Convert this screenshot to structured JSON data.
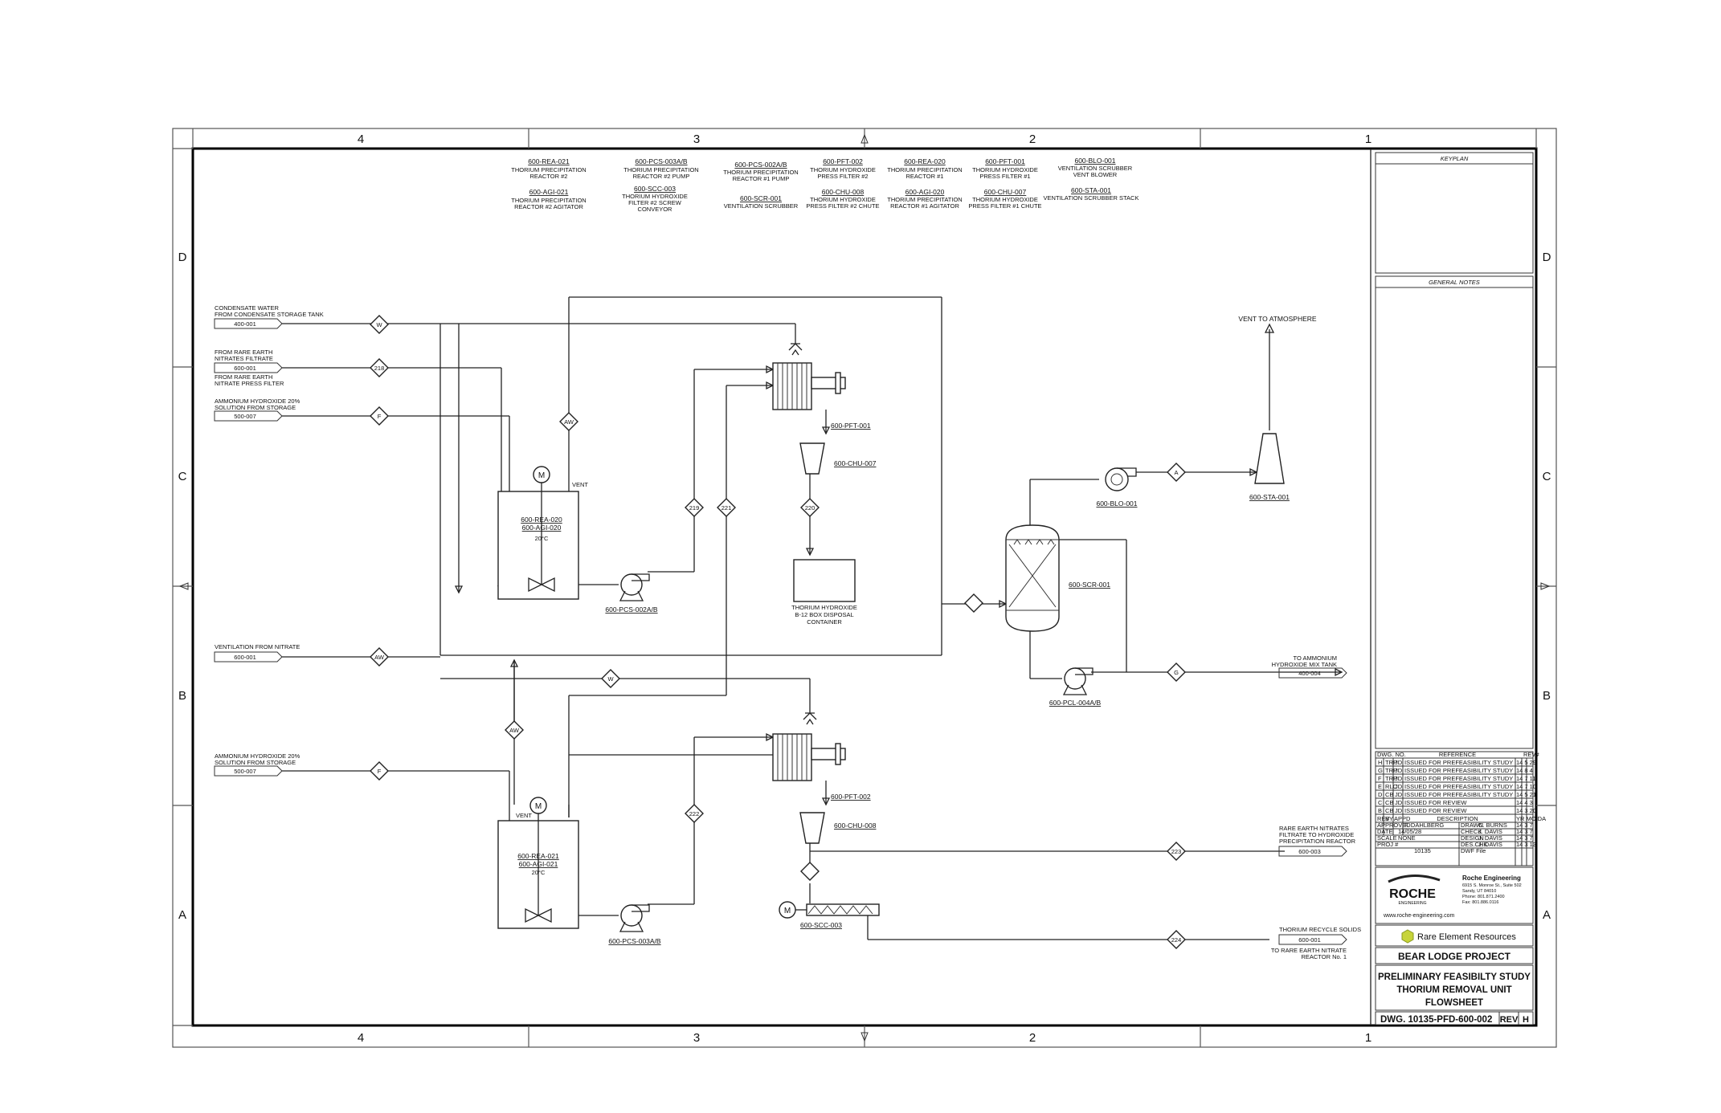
{
  "frame": {
    "columns": [
      "4",
      "3",
      "2",
      "1"
    ],
    "rows": [
      "D",
      "C",
      "B",
      "A"
    ]
  },
  "legend": [
    {
      "tag": "600-REA-021",
      "lines": [
        "THORIUM PRECIPITATION",
        "REACTOR #2"
      ]
    },
    {
      "tag": "600-AGI-021",
      "lines": [
        "THORIUM PRECIPITATION",
        "REACTOR #2 AGITATOR"
      ]
    },
    {
      "tag": "600-PCS-003A/B",
      "lines": [
        "THORIUM PRECIPITATION",
        "REACTOR #2 PUMP"
      ]
    },
    {
      "tag": "600-SCC-003",
      "lines": [
        "THORIUM HYDROXIDE",
        "FILTER #2 SCREW",
        "CONVEYOR"
      ]
    },
    {
      "tag": "600-PCS-002A/B",
      "lines": [
        "THORIUM PRECIPITATION",
        "REACTOR #1 PUMP"
      ]
    },
    {
      "tag": "600-SCR-001",
      "lines": [
        "VENTILATION SCRUBBER"
      ]
    },
    {
      "tag": "600-PFT-002",
      "lines": [
        "THORIUM HYDROXIDE",
        "PRESS FILTER #2"
      ]
    },
    {
      "tag": "600-CHU-008",
      "lines": [
        "THORIUM HYDROXIDE",
        "PRESS FILTER #2 CHUTE"
      ]
    },
    {
      "tag": "600-REA-020",
      "lines": [
        "THORIUM PRECIPITATION",
        "REACTOR #1"
      ]
    },
    {
      "tag": "600-AGI-020",
      "lines": [
        "THORIUM PRECIPITATION",
        "REACTOR #1 AGITATOR"
      ]
    },
    {
      "tag": "600-PFT-001",
      "lines": [
        "THORIUM HYDROXIDE",
        "PRESS FILTER #1"
      ]
    },
    {
      "tag": "600-CHU-007",
      "lines": [
        "THORIUM HYDROXIDE",
        "PRESS FILTER #1 CHUTE"
      ]
    },
    {
      "tag": "600-BLO-001",
      "lines": [
        "VENTILATION SCRUBBER",
        "VENT BLOWER"
      ]
    },
    {
      "tag": "600-STA-001",
      "lines": [
        "VENTILATION SCRUBBER STACK"
      ]
    }
  ],
  "inputs": {
    "condensate": {
      "lines": [
        "CONDENSATE WATER",
        "FROM CONDENSATE STORAGE TANK"
      ],
      "ref": "400-001",
      "stream": "W"
    },
    "rare_earth": {
      "lines": [
        "FROM RARE EARTH",
        "NITRATES FILTRATE"
      ],
      "ref": "600-001",
      "lines2": [
        "FROM RARE EARTH",
        "NITRATE PRESS FILTER"
      ],
      "stream": "218"
    },
    "ammonium1": {
      "lines": [
        "AMMONIUM HYDROXIDE 20%",
        "SOLUTION FROM STORAGE"
      ],
      "ref": "500-007",
      "stream": "F"
    },
    "ventilation": {
      "lines": [
        "VENTILATION FROM NITRATE"
      ],
      "ref": "600-001",
      "stream": "AW"
    },
    "ammonium2": {
      "lines": [
        "AMMONIUM HYDROXIDE 20%",
        "SOLUTION FROM STORAGE"
      ],
      "ref": "500-007",
      "stream": "F"
    }
  },
  "outputs": {
    "ammonium_mix": {
      "lines": [
        "TO AMMONIUM",
        "HYDROXIDE MIX TANK"
      ],
      "ref": "400-004",
      "stream": "G"
    },
    "rare_earth_filtrate": {
      "lines": [
        "RARE EARTH NITRATES",
        "FILTRATE TO HYDROXIDE",
        "PRECIPITATION REACTOR"
      ],
      "ref": "600-003",
      "stream": "223"
    },
    "recycle": {
      "lines": [
        "THORIUM RECYCLE SOLIDS"
      ],
      "ref": "600-001",
      "lines2": [
        "TO RARE EARTH NITRATE",
        "REACTOR No. 1"
      ],
      "stream": "224"
    }
  },
  "streams": {
    "s_aw1": "AW",
    "s_219": "219",
    "s_221": "221",
    "s_220": "220",
    "s_w2": "W",
    "s_aw2": "AW",
    "s_222": "222",
    "s_a": "A"
  },
  "equipment": {
    "vent_to_atm": "VENT TO ATMOSPHERE",
    "vent": "VENT",
    "motor": "M",
    "rea1": [
      "600-REA-020",
      "600-AGI-020",
      "20°C"
    ],
    "rea2": [
      "600-REA-021",
      "600-AGI-021",
      "20°C"
    ],
    "pft1": "600-PFT-001",
    "chu7": "600-CHU-007",
    "pft2": "600-PFT-002",
    "chu8": "600-CHU-008",
    "pcs2": "600-PCS-002A/B",
    "pcs3": "600-PCS-003A/B",
    "scc3": "600-SCC-003",
    "bin": [
      "THORIUM HYDROXIDE",
      "B-12 BOX DISPOSAL",
      "CONTAINER"
    ],
    "blo": "600-BLO-001",
    "sta": "600-STA-001",
    "scr": "600-SCR-001",
    "pcl": "600-PCL-004A/B"
  },
  "title_block": {
    "keyplan": "KEYPLAN",
    "general_notes": "GENERAL NOTES",
    "rev_header": [
      "DWG. NO.",
      "REFERENCE",
      "REV#"
    ],
    "revisions": [
      {
        "rev": "H",
        "by": "TRP",
        "app": "JD",
        "desc": "ISSUED FOR PREFEASIBILITY STUDY",
        "date": "14 5 29"
      },
      {
        "rev": "G",
        "by": "TRP",
        "app": "JD",
        "desc": "ISSUED FOR PREFEASIBILITY STUDY",
        "date": "14 8 4"
      },
      {
        "rev": "F",
        "by": "TRP",
        "app": "JD",
        "desc": "ISSUED FOR PREFEASIBILITY STUDY",
        "date": "14 7 11"
      },
      {
        "rev": "E",
        "by": "RLC",
        "app": "JD",
        "desc": "ISSUED FOR PREFEASIBILITY STUDY",
        "date": "14 7 10"
      },
      {
        "rev": "D",
        "by": "CB",
        "app": "JD",
        "desc": "ISSUED FOR PREFEASIBILITY STUDY",
        "date": "14 5 21"
      },
      {
        "rev": "C",
        "by": "CB",
        "app": "JD",
        "desc": "ISSUED FOR REVIEW",
        "date": "14 4 3"
      },
      {
        "rev": "B",
        "by": "CB",
        "app": "JD",
        "desc": "ISSUED FOR REVIEW",
        "date": "14 3 20"
      }
    ],
    "rev_cols": [
      "REV",
      "BY",
      "APPD",
      "DESCRIPTION",
      "YR MO DA"
    ],
    "approval": [
      [
        "APPROVED",
        "F. DAHLBERG",
        "DRAWN",
        "C. BURNS",
        "14 3 7"
      ],
      [
        "DATE",
        "14/05/28",
        "CHECK",
        "J. DAVIS",
        "14 3 7"
      ],
      [
        "SCALE",
        "NONE",
        "DESIGN",
        "J. DAVIS",
        "14 3 7"
      ],
      [
        "PROJ #",
        "10135",
        "DES.CHK",
        "J. DAVIS",
        "14 3 13"
      ]
    ],
    "dwg_file": "DWF File",
    "company": {
      "logo": "ROCHE",
      "logo_sub": "ENGINEERING",
      "name": "Roche Engineering",
      "address1": "6915 S. Monroe St., Suite 502",
      "address2": "Sandy, UT 84010",
      "phone": "Phone: 801.871.2400",
      "fax": "Fax: 801.886.0116",
      "web": "www.roche-engineering.com"
    },
    "client": "Rare Element Resources",
    "project": "BEAR LODGE PROJECT",
    "title": [
      "PRELIMINARY FEASIBILTY STUDY",
      "THORIUM REMOVAL UNIT",
      "FLOWSHEET"
    ],
    "dwg_no": "DWG. 10135-PFD-600-002",
    "rev_label": "REV",
    "rev": "H"
  },
  "colors": {
    "line": "#222222",
    "logo_green": "#c7d43a",
    "logo_text": "#555555"
  }
}
